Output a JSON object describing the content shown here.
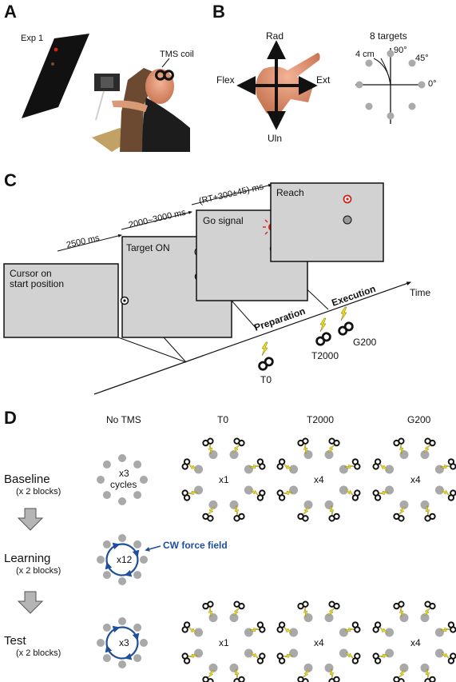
{
  "panel_labels": {
    "a": "A",
    "b": "B",
    "c": "C",
    "d": "D"
  },
  "panel_a": {
    "exp_label": "Exp 1",
    "coil_label": "TMS coil"
  },
  "panel_b": {
    "rad": "Rad",
    "uln": "Uln",
    "flex": "Flex",
    "ext": "Ext",
    "targets_title": "8 targets",
    "dist": "4 cm",
    "deg90": "90°",
    "deg45": "45°",
    "deg0": "0°"
  },
  "panel_c": {
    "intervals": [
      "2500 ms",
      "2000~3000 ms",
      "(RT+300±45) ms"
    ],
    "screens": [
      "Cursor on start position",
      "Target ON",
      "Go signal",
      "Reach"
    ],
    "screen_lines": [
      [
        "Cursor on",
        "start position"
      ],
      [
        "Target ON"
      ],
      [
        "Go signal"
      ],
      [
        "Reach"
      ]
    ],
    "time": "Time",
    "preparation": "Preparation",
    "execution": "Execution",
    "pulses": [
      "T0",
      "T2000",
      "G200"
    ]
  },
  "panel_d": {
    "columns": [
      "No TMS",
      "T0",
      "T2000",
      "G200"
    ],
    "rows": [
      {
        "label": "Baseline",
        "sub": "(x 2 blocks)"
      },
      {
        "label": "Learning",
        "sub": "(x 2 blocks)"
      },
      {
        "label": "Test",
        "sub": "(x 2 blocks)"
      }
    ],
    "baseline_center": [
      "x3",
      "cycles"
    ],
    "baseline_counts": [
      "x1",
      "x4",
      "x4"
    ],
    "learning_center": "x12",
    "force_field": "CW force field",
    "test_center": "x3",
    "test_counts": [
      "x1",
      "x4",
      "x4"
    ]
  },
  "colors": {
    "screen": "#d2d2d2",
    "dot": "#a9a9a9",
    "lightning": "#f2e01a",
    "blue": "#1f4e9c",
    "red": "#d0231b"
  }
}
